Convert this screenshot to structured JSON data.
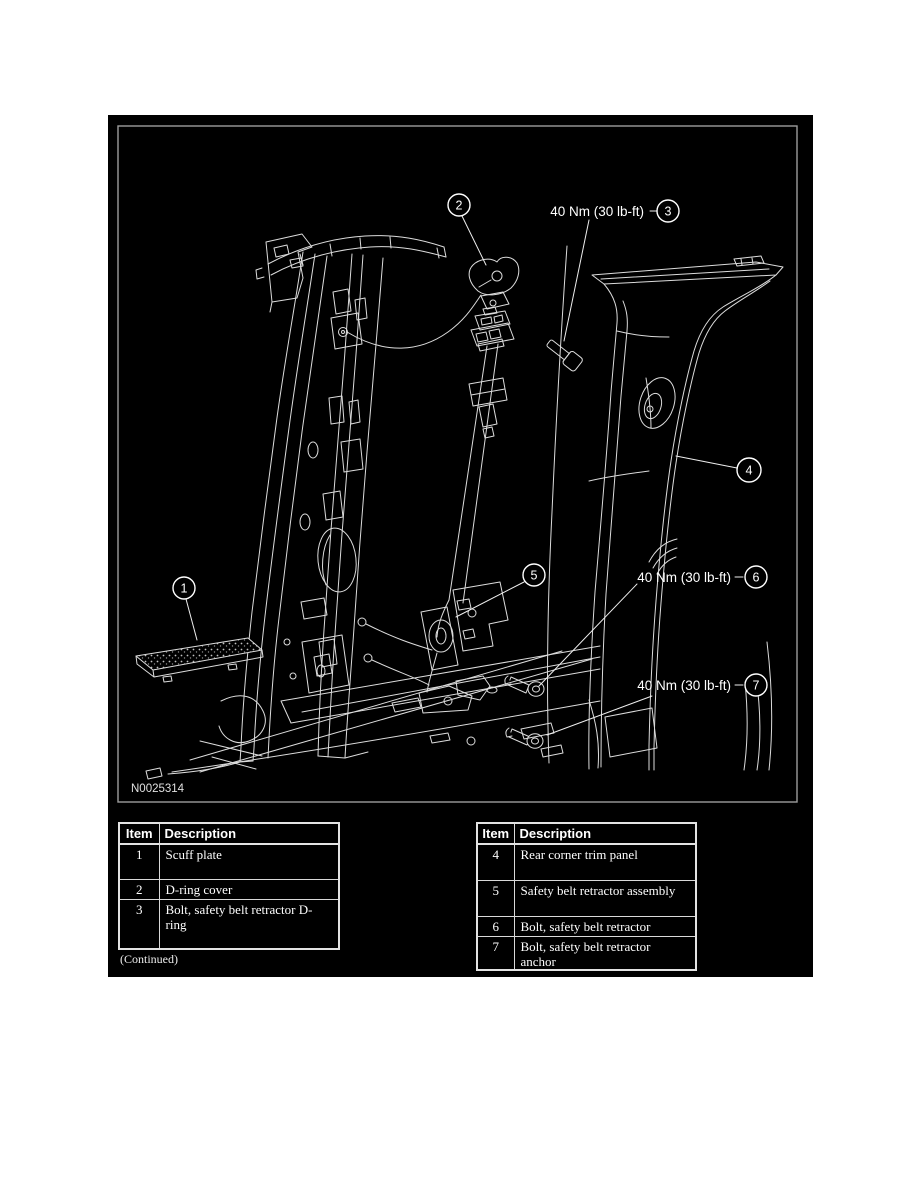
{
  "figure": {
    "image_id": "N0025314",
    "torque_label": "40 Nm (30 lb-ft)",
    "callouts": [
      "1",
      "2",
      "3",
      "4",
      "5",
      "6",
      "7"
    ],
    "colors": {
      "background": "#000000",
      "line_art": "#dcdcdc",
      "callout_text": "#ffffff"
    }
  },
  "tables": {
    "left": {
      "headers": [
        "Item",
        "Description"
      ],
      "rows": [
        {
          "item": "1",
          "description": "Scuff plate"
        },
        {
          "item": "2",
          "description": "D-ring cover"
        },
        {
          "item": "3",
          "description": "Bolt, safety belt retractor D-ring"
        }
      ],
      "footer": "(Continued)"
    },
    "right": {
      "headers": [
        "Item",
        "Description"
      ],
      "rows": [
        {
          "item": "4",
          "description": "Rear corner trim panel"
        },
        {
          "item": "5",
          "description": "Safety belt retractor assembly"
        },
        {
          "item": "6",
          "description": "Bolt, safety belt retractor"
        },
        {
          "item": "7",
          "description": "Bolt, safety belt retractor anchor"
        }
      ]
    }
  }
}
